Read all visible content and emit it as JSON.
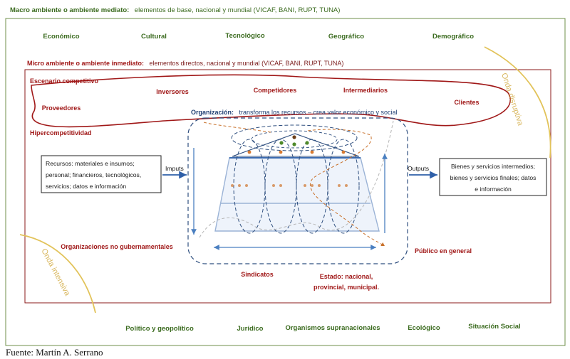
{
  "macro": {
    "title_bold": "Macro ambiente o ambiente mediato:",
    "title_rest": "elementos de base, nacional y mundial (VICAF, BANI, RUPT, TUNA)",
    "top_factors": [
      "Económico",
      "Cultural",
      "Tecnológico",
      "Geográfico",
      "Demográfico"
    ],
    "bottom_factors": [
      "Político y geopolítico",
      "Jurídico",
      "Organismos supranacionales",
      "Ecológico",
      "Situación Social"
    ]
  },
  "micro": {
    "title_bold": "Micro ambiente o ambiente inmediato:",
    "title_rest": "elementos directos, nacional y mundial (VICAF, BANI, RUPT, TUNA)",
    "escenario": "Escenario competitivo",
    "inversores": "Inversores",
    "competidores": "Competidores",
    "intermediarios": "Intermediarios",
    "proveedores": "Proveedores",
    "clientes": "Clientes",
    "hipercompetitividad": "Hipercompetitividad",
    "ong": "Organizaciones no gubernamentales",
    "publico": "Público en general",
    "sindicatos": "Sindicatos",
    "estado_line1": "Estado: nacional,",
    "estado_line2": "provincial, municipal."
  },
  "organizacion": {
    "title_bold": "Organización:",
    "title_rest": "transforma los recursos – crea valor económico y social"
  },
  "inputs": {
    "label": "Imputs",
    "lines": [
      "Recursos: materiales e insumos;",
      "personal; financieros, tecnológicos,",
      "servicios; datos e información"
    ]
  },
  "outputs": {
    "label": "Outputs",
    "lines": [
      "Bienes y servicios intermedios;",
      "bienes y servicios finales; datos",
      "e información"
    ]
  },
  "waves": {
    "disruptiva": "Onda disruptiva",
    "intensiva": "Onda intensiva"
  },
  "source": "Fuente: Martín A. Serrano",
  "colors": {
    "macro_text": "#3b6b1f",
    "micro_text": "#a01818",
    "org_text": "#1f3f73",
    "wave": "#e2c35a",
    "arrow": "#4a7fc0"
  }
}
